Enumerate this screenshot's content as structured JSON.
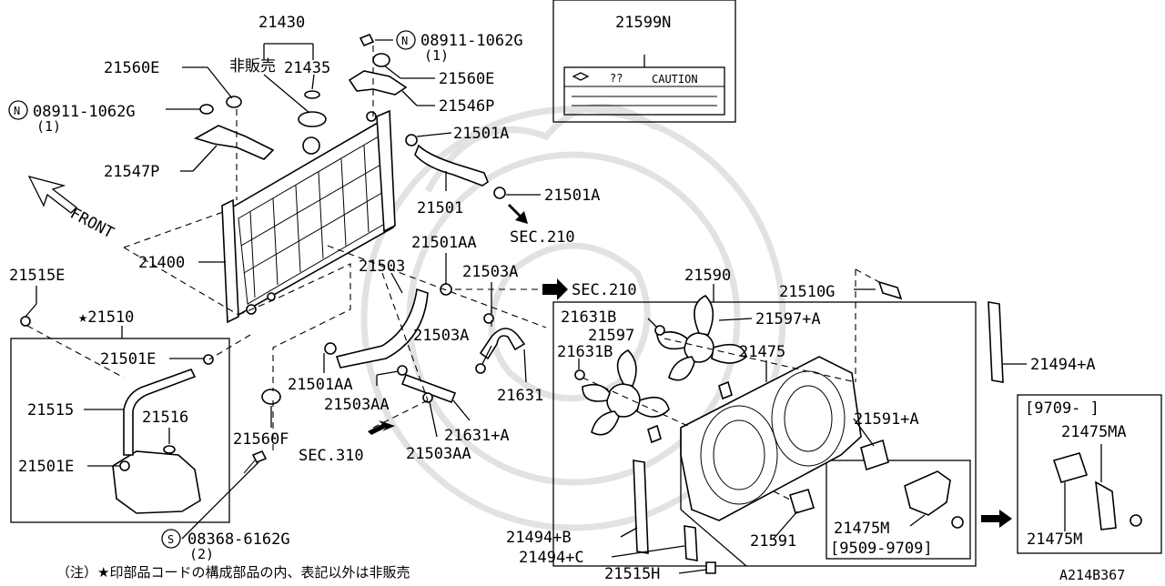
{
  "labels": {
    "p21430": "21430",
    "hibaibai": "非販売",
    "p21435": "21435",
    "p21560E_left": "21560E",
    "p08911_left": "08911-1062G",
    "q1_left": "(1)",
    "p21547P": "21547P",
    "front": "FRONT",
    "p08911_top": "08911-1062G",
    "q1_top": "(1)",
    "p21560E_top": "21560E",
    "p21546P": "21546P",
    "p21501A_1": "21501A",
    "p21501": "21501",
    "p21501A_2": "21501A",
    "sec210_a": "SEC.210",
    "p21400": "21400",
    "p21515E": "21515E",
    "p21510": "★21510",
    "p21501E_1": "21501E",
    "p21515": "21515",
    "p21516": "21516",
    "p21501E_2": "21501E",
    "p21503": "21503",
    "p21501AA_1": "21501AA",
    "p21503A_1": "21503A",
    "sec210_b": "SEC.210",
    "p21503A_2": "21503A",
    "p21501AA_2": "21501AA",
    "p21503AA_1": "21503AA",
    "p21631": "21631",
    "p21631pA": "21631+A",
    "p21503AA_2": "21503AA",
    "p21560F": "21560F",
    "sec310": "SEC.310",
    "p08368": "08368-6162G",
    "q2": "(2)",
    "p21599N": "21599N",
    "caution_qq": "??",
    "caution": "CAUTION",
    "p21590": "21590",
    "p21510G": "21510G",
    "p21631B_1": "21631B",
    "p21597": "21597",
    "p21597pA": "21597+A",
    "p21631B_2": "21631B",
    "p21475": "21475",
    "p21591pA": "21591+A",
    "p21591": "21591",
    "p21494pA": "21494+A",
    "p21494pB": "21494+B",
    "p21494pC": "21494+C",
    "p21515H": "21515H",
    "p21475M": "21475M",
    "range_9509": "[9509-9709]",
    "range_9709": "[9709-    ]",
    "p21475MA": "21475MA",
    "p21475M_2": "21475M",
    "circle_N": "N",
    "circle_S": "S",
    "footnote": "（注）★印部品コードの構成部品の内、表記以外は非販売",
    "diagram_id": "A214B367"
  }
}
